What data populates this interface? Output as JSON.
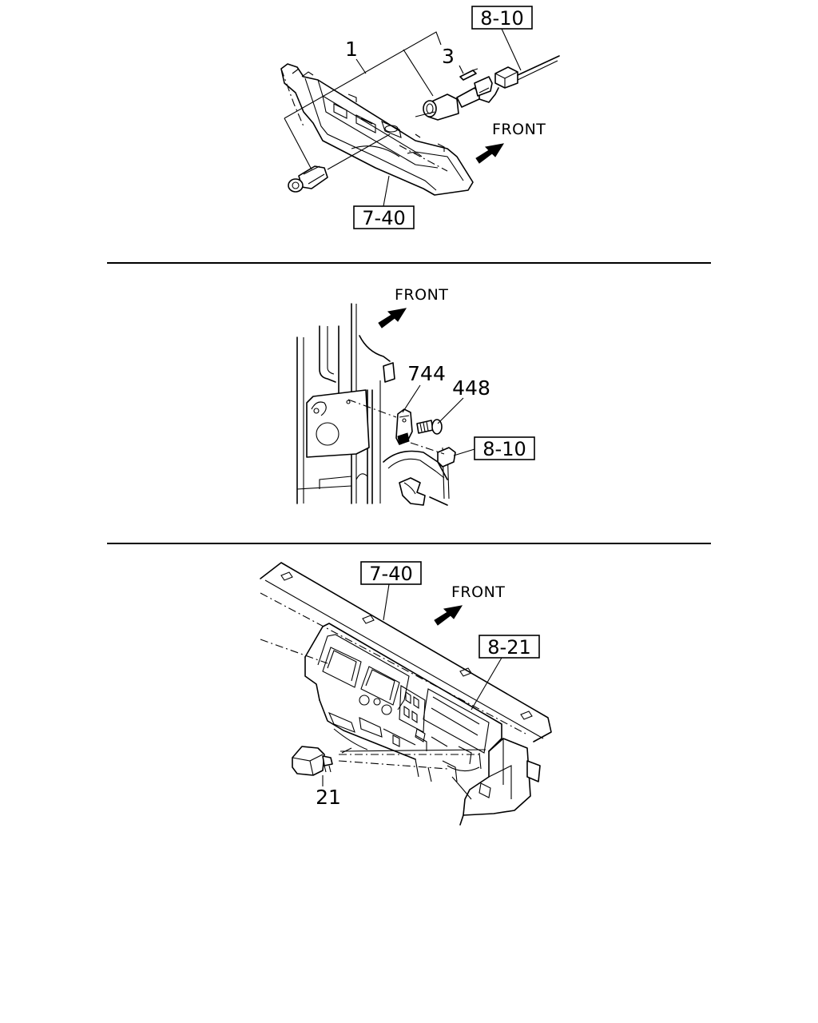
{
  "panels": [
    {
      "id": "top",
      "front_label": "FRONT",
      "callouts": [
        {
          "number": "1"
        },
        {
          "number": "3"
        }
      ],
      "refs": [
        "8-10",
        "7-40"
      ]
    },
    {
      "id": "middle",
      "front_label": "FRONT",
      "callouts": [
        {
          "number": "744"
        },
        {
          "number": "448"
        }
      ],
      "refs": [
        "8-10"
      ]
    },
    {
      "id": "bottom",
      "front_label": "FRONT",
      "callouts": [
        {
          "number": "21"
        }
      ],
      "refs": [
        "7-40",
        "8-21"
      ]
    }
  ]
}
